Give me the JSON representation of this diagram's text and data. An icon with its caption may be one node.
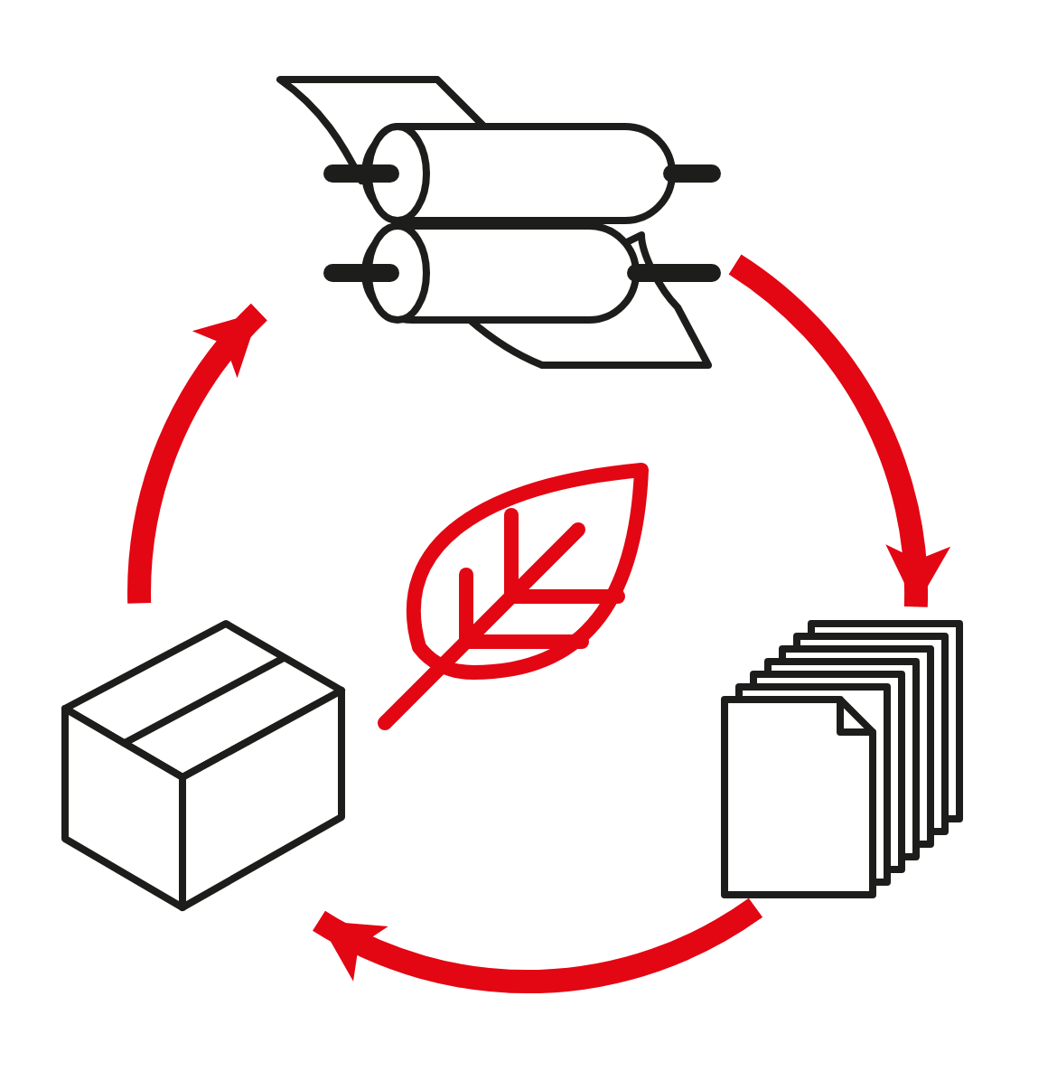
{
  "diagram": {
    "nodes": [
      {
        "text": [],
        "shape": "picture"
      },
      {
        "text": [],
        "shape": "box"
      },
      {
        "text": [],
        "shape": "picture"
      }
    ],
    "edges": [
      {
        "from": 0,
        "to": 2,
        "arrow": "to"
      },
      {
        "from": 2,
        "to": 1,
        "arrow": "to"
      },
      {
        "from": 1,
        "to": 0,
        "arrow": "to"
      }
    ]
  }
}
